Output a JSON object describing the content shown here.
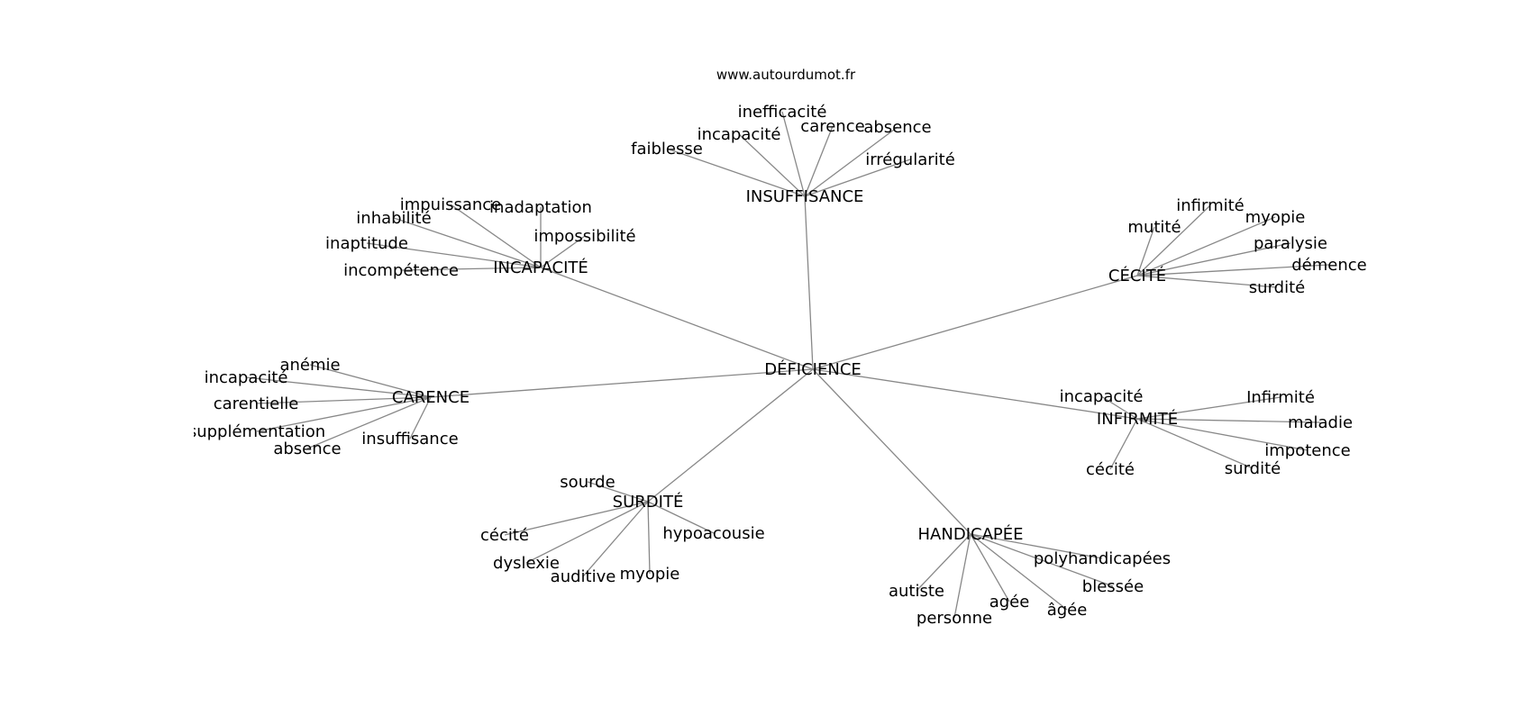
{
  "watermark": "www.autourdumot.fr",
  "edge_color": "#888888",
  "text_color": "#000000",
  "background": "#ffffff",
  "graph": {
    "center": "DÉFICIENCE",
    "branches": [
      {
        "label": "INSUFFISANCE",
        "leaves": [
          "faiblesse",
          "incapacité",
          "inefficacité",
          "carence",
          "absence",
          "irrégularité"
        ]
      },
      {
        "label": "INCAPACITÉ",
        "leaves": [
          "impuissance",
          "inadaptation",
          "inhabilité",
          "inaptitude",
          "incompétence",
          "impossibilité"
        ]
      },
      {
        "label": "CÉCITÉ",
        "leaves": [
          "mutité",
          "infirmité",
          "myopie",
          "paralysie",
          "démence",
          "surdité"
        ]
      },
      {
        "label": "CARENCE",
        "leaves": [
          "anémie",
          "incapacité",
          "carentielle",
          "supplémentation",
          "absence",
          "insuffisance"
        ]
      },
      {
        "label": "INFIRMITÉ",
        "leaves": [
          "incapacité",
          "Infirmité",
          "maladie",
          "impotence",
          "surdité",
          "cécité"
        ]
      },
      {
        "label": "SURDITÉ",
        "leaves": [
          "sourde",
          "cécité",
          "dyslexie",
          "auditive",
          "myopie",
          "hypoacousie"
        ]
      },
      {
        "label": "HANDICAPÉE",
        "leaves": [
          "autiste",
          "personne",
          "agée",
          "âgée",
          "blessée",
          "polyhandicapées"
        ]
      }
    ]
  }
}
